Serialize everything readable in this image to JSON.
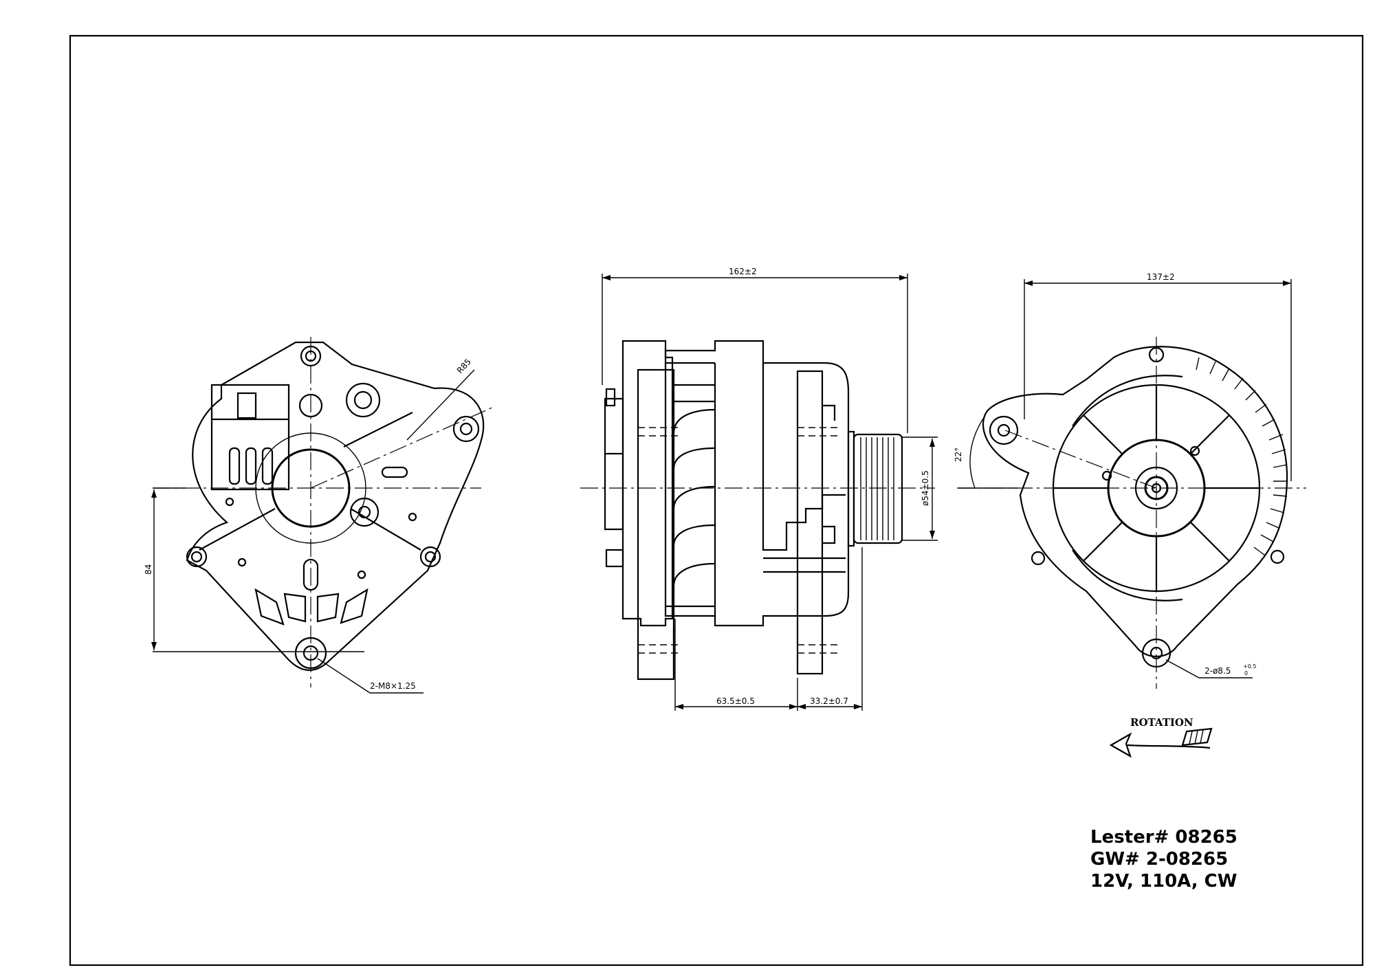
{
  "dimensions": {
    "radius": "R85",
    "height_84": "84",
    "thread": "2-M8×1.25",
    "length_overall": "162±2",
    "length_front": "63.5±0.5",
    "length_rear": "33.2±0.7",
    "pulley_dia": "ø54±0.5",
    "width_overall": "137±2",
    "angle": "22°",
    "hole_dia": "2-ø8.5",
    "hole_tol": "+0.5",
    "hole_tol_low": "0"
  },
  "rotation": {
    "label": "ROTATION"
  },
  "spec": {
    "line1": "Lester# 08265",
    "line2": "GW# 2-08265",
    "line3": "12V, 110A, CW"
  }
}
